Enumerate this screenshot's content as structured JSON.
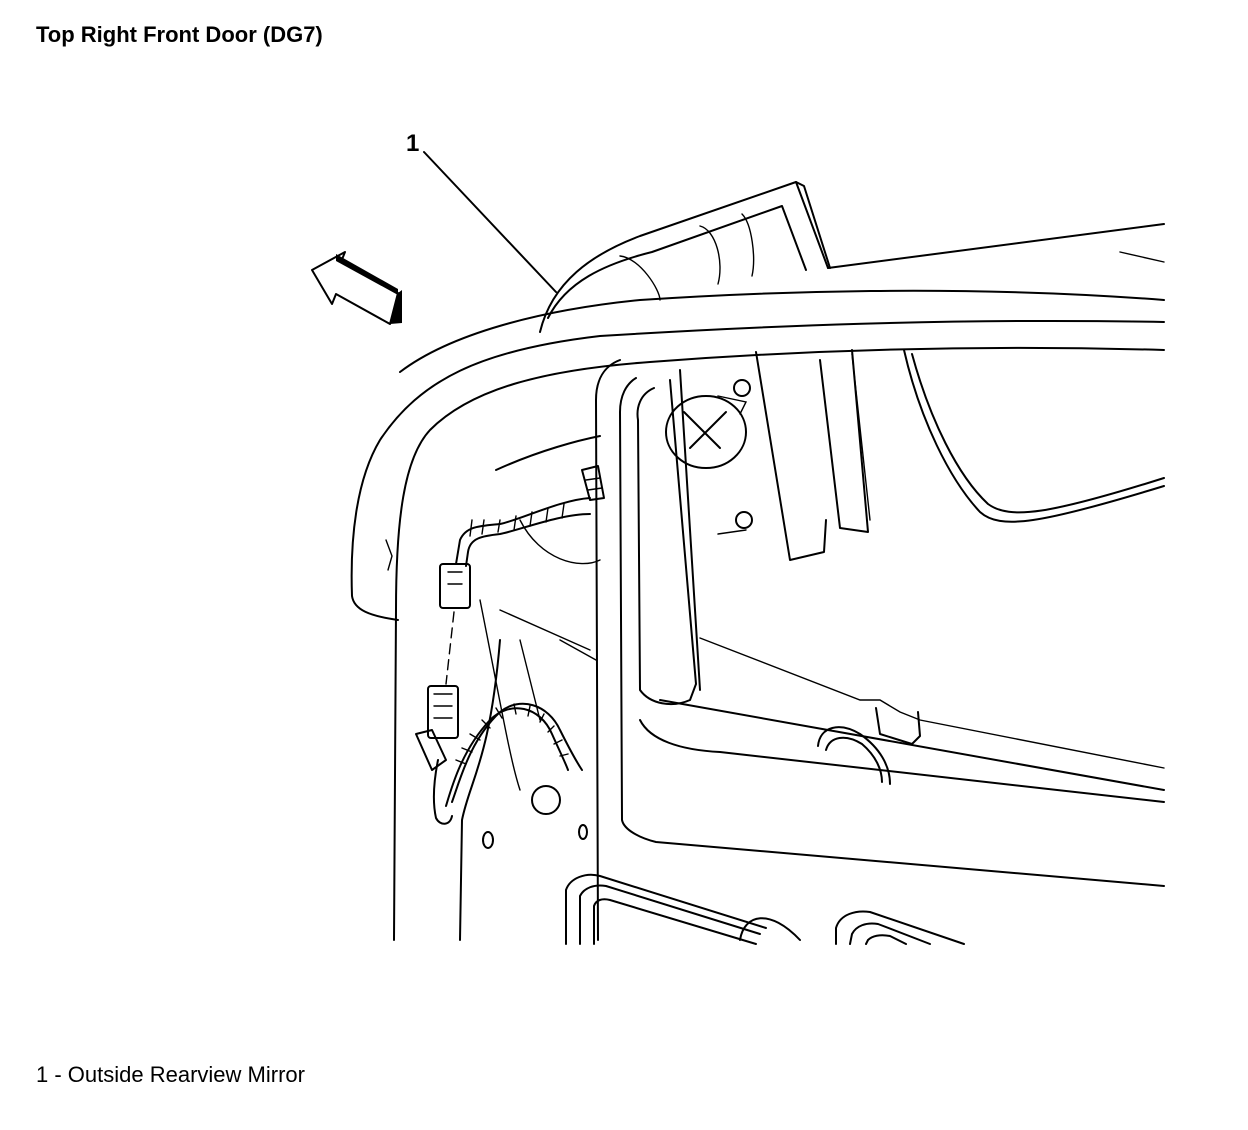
{
  "figure": {
    "title": "Top Right Front Door (DG7)",
    "callouts": [
      {
        "number": "1"
      }
    ],
    "legend": [
      {
        "text": "1 - Outside Rearview Mirror"
      }
    ]
  }
}
